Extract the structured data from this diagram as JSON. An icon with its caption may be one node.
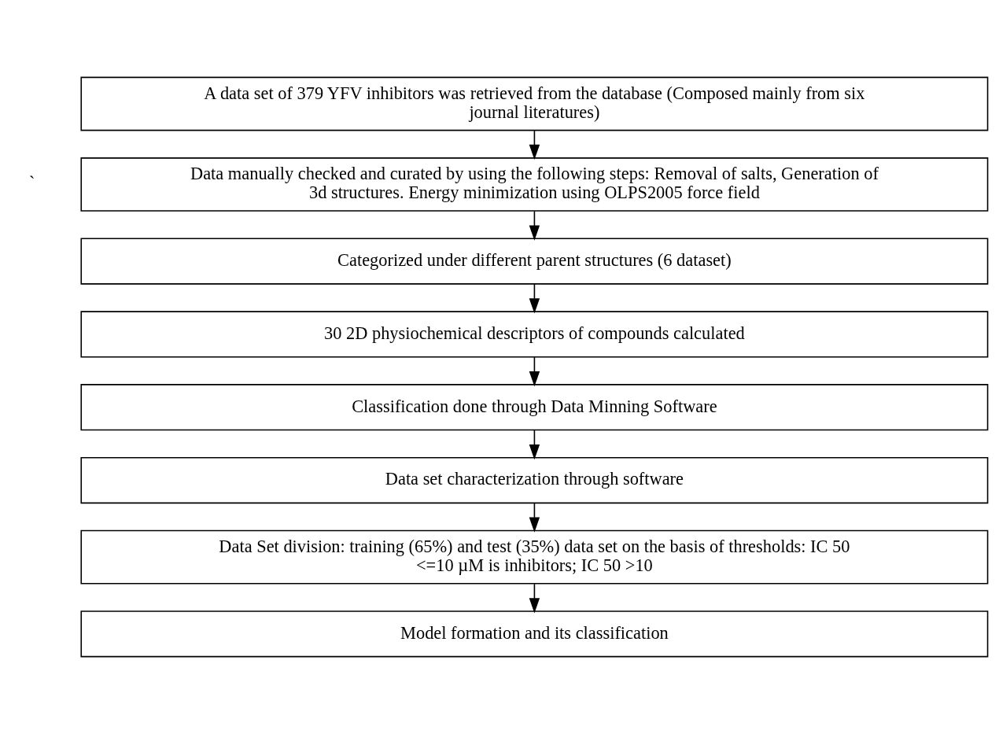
{
  "diagram": {
    "nodes": [
      {
        "text": [
          "A data set of 379 YFV inhibitors was retrieved from the database (Composed mainly from six journal literatures)"
        ]
      },
      {
        "text": [
          "Data manually checked and curated by using the following steps: Removal of salts, Generation of 3d structures. Energy minimization using OLPS2005 force field"
        ]
      },
      {
        "text": [
          "Categorized under different parent structures (6 dataset)"
        ]
      },
      {
        "text": [
          "30 2D physiochemical descriptors of compounds calculated"
        ]
      },
      {
        "text": [
          "Classification done through Data Minning Software"
        ]
      },
      {
        "text": [
          "Data set characterization through software"
        ]
      },
      {
        "text": [
          "Data Set division: training (65%) and test (35%) data set on the basis of thresholds: IC 50 <=10 µM is inhibitors; IC 50 >10"
        ]
      },
      {
        "text": [
          "Model formation and its classification"
        ]
      }
    ],
    "edges": [
      {
        "from": 0,
        "to": 1,
        "arrow": "to"
      },
      {
        "from": 1,
        "to": 2,
        "arrow": "to"
      },
      {
        "from": 2,
        "to": 3,
        "arrow": "to"
      },
      {
        "from": 3,
        "to": 4,
        "arrow": "to"
      },
      {
        "from": 4,
        "to": 5,
        "arrow": "to"
      },
      {
        "from": 5,
        "to": 6,
        "arrow": "to"
      },
      {
        "from": 6,
        "to": 7,
        "arrow": "to"
      }
    ],
    "labels": [
      "`"
    ]
  }
}
